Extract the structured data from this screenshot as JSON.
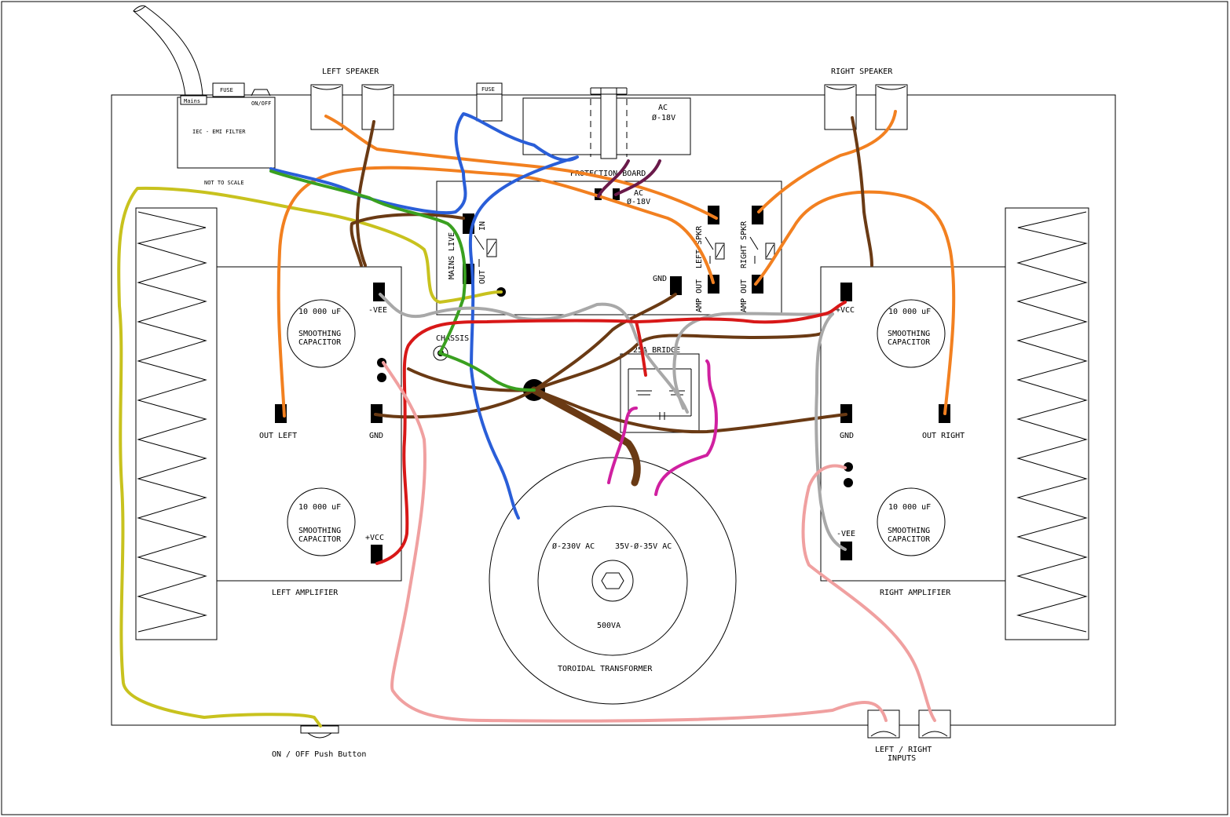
{
  "labels": {
    "left_speaker": "LEFT SPEAKER",
    "right_speaker": "RIGHT SPEAKER",
    "fuse_iec": "FUSE",
    "fuse_prot": "FUSE",
    "mains": "Mains",
    "on_off_small": "ON/OFF",
    "iec_filter": "IEC - EMI FILTER",
    "not_to_scale": "NOT TO SCALE",
    "ac_transformer": "AC",
    "ac_transformer_v": "Ø-18V",
    "protection_board": "PROTECTION BOARD",
    "ac_board": "AC",
    "ac_board_v": "Ø-18V",
    "mains_live": "MAINS LIVE",
    "in": "IN",
    "out": "OUT",
    "left_spkr": "LEFT SPKR",
    "right_spkr": "RIGHT SPKR",
    "left_amp_out": "AMP OUT",
    "right_amp_out": "AMP OUT",
    "gnd_board": "GND",
    "chassis": "CHASSIS",
    "bridge": "25A BRIDGE",
    "cap_value": "10 000 uF",
    "cap_name_1": "SMOOTHING",
    "cap_name_2": "CAPACITOR",
    "neg_vee": "-VEE",
    "pos_vcc": "+VCC",
    "out_left": "OUT LEFT",
    "out_right": "OUT RIGHT",
    "gnd": "GND",
    "left_amplifier": "LEFT AMPLIFIER",
    "right_amplifier": "RIGHT AMPLIFIER",
    "primary": "Ø-230V AC",
    "secondary": "35V-Ø-35V AC",
    "va_rating": "500VA",
    "toroidal": "TOROIDAL TRANSFORMER",
    "on_off_button": "ON / OFF Push Button",
    "inputs_line1": "LEFT / RIGHT",
    "inputs_line2": "INPUTS"
  },
  "colors": {
    "yellow": "#c8c21e",
    "orange": "#f28020",
    "brown": "#6a3a14",
    "blue": "#2a5ed8",
    "green": "#3aa020",
    "grey": "#a8a8a8",
    "red": "#d81818",
    "pink": "#f0a0a0",
    "magenta": "#d020a0",
    "purple": "#6a1a4a"
  }
}
